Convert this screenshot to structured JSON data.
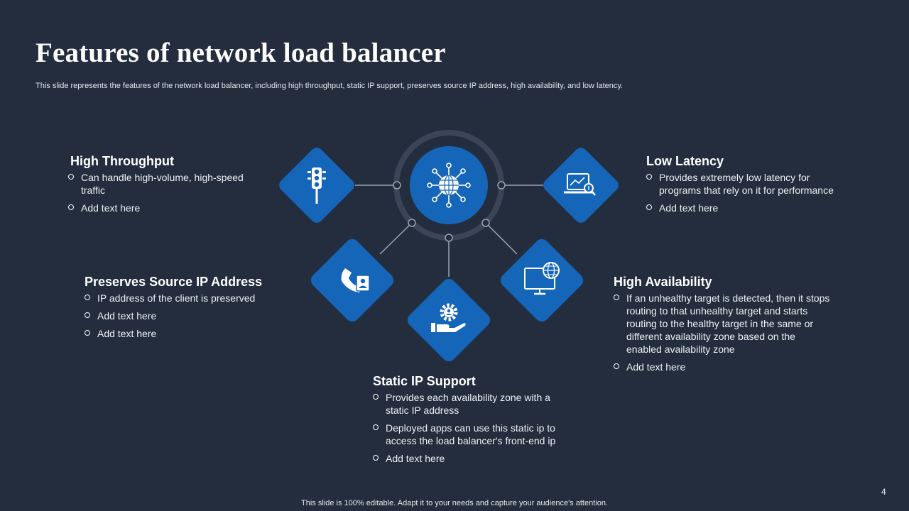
{
  "title": "Features of network load balancer",
  "subtitle": "This slide represents the features of the network load balancer, including high throughput, static IP support, preserves source IP address, high availability, and low latency.",
  "colors": {
    "background": "#232d3d",
    "accent": "#1565b8",
    "ring": "#3a4558",
    "connector": "#9aa3b0"
  },
  "hub": {
    "icon": "globe-network-icon"
  },
  "features": [
    {
      "title": "High Throughput",
      "icon": "traffic-light-icon",
      "points": [
        "Can handle high-volume, high-speed traffic",
        "Add text here"
      ]
    },
    {
      "title": "Preserves Source IP Address",
      "icon": "phone-user-icon",
      "points": [
        "IP address of the client is preserved",
        "Add text here",
        "Add text here"
      ]
    },
    {
      "title": "Static IP Support",
      "icon": "hand-gear-icon",
      "points": [
        "Provides each availability zone with a static IP address",
        "Deployed apps can use this static ip to access the load balancer's front-end ip",
        "Add text here"
      ]
    },
    {
      "title": "High Availability",
      "icon": "monitor-globe-icon",
      "points": [
        "If an unhealthy target is detected, then it stops routing to that unhealthy target and starts routing to the healthy target in the same or different availability  zone based on the enabled availability  zone",
        "Add text here"
      ]
    },
    {
      "title": "Low Latency",
      "icon": "laptop-chart-icon",
      "points": [
        "Provides extremely low latency for programs that rely on it for performance",
        "Add text here"
      ]
    }
  ],
  "footer": "This slide is 100% editable. Adapt it to your needs and capture your audience's attention.",
  "page_number": "4"
}
